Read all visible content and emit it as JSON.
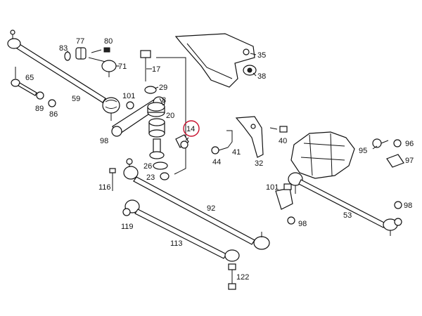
{
  "diagram": {
    "highlighted_label": "14",
    "highlight_color": "#c8102e",
    "labels": [
      "77",
      "80",
      "83",
      "71",
      "65",
      "17",
      "29",
      "59",
      "101",
      "8",
      "89",
      "86",
      "98",
      "20",
      "14",
      "35",
      "38",
      "40",
      "41",
      "44",
      "32",
      "95",
      "96",
      "97",
      "26",
      "23",
      "116",
      "101",
      "98",
      "53",
      "92",
      "119",
      "113",
      "98",
      "122"
    ]
  }
}
